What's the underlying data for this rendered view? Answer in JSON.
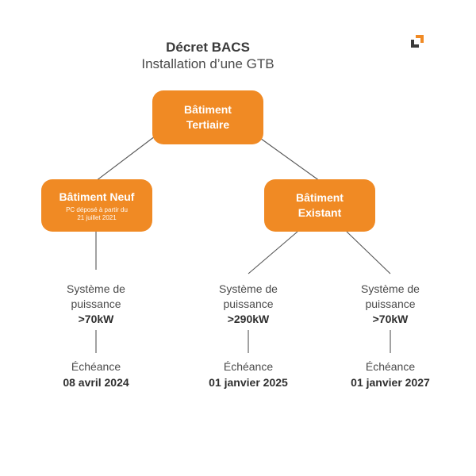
{
  "header": {
    "title": "Décret BACS",
    "subtitle": "Installation d’une GTB"
  },
  "colors": {
    "node_fill": "#f08a24",
    "connector": "#555555",
    "text": "#4a4a4a"
  },
  "icons": {
    "logo": "corner-brackets-logo"
  },
  "tree": {
    "root": {
      "line1": "Bâtiment",
      "line2": "Tertiaire"
    },
    "neuf": {
      "label": "Bâtiment Neuf",
      "note1": "PC déposé à partir du",
      "note2": "21 juillet 2021"
    },
    "existant": {
      "line1": "Bâtiment",
      "line2": "Existant"
    },
    "leaves": [
      {
        "system_line1": "Système de",
        "system_line2": "puissance",
        "power": ">70kW",
        "deadline_label": "Échéance",
        "deadline_date": "08 avril 2024"
      },
      {
        "system_line1": "Système de",
        "system_line2": "puissance",
        "power": ">290kW",
        "deadline_label": "Échéance",
        "deadline_date": "01 janvier 2025"
      },
      {
        "system_line1": "Système de",
        "system_line2": "puissance",
        "power": ">70kW",
        "deadline_label": "Échéance",
        "deadline_date": "01 janvier 2027"
      }
    ]
  }
}
